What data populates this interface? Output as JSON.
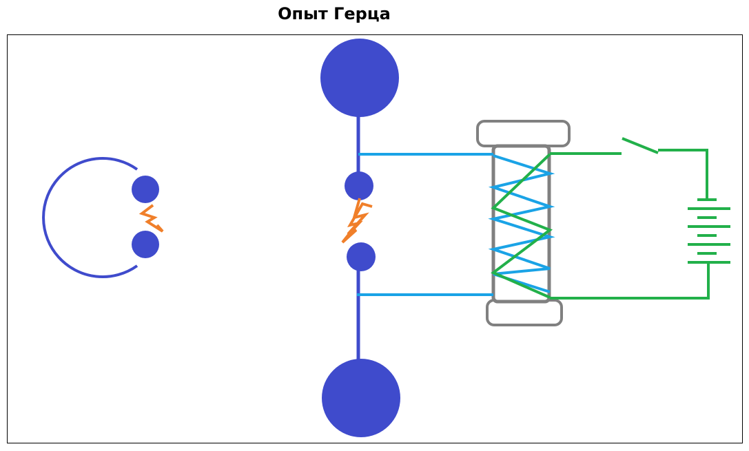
{
  "title": "Опыт Герца",
  "colors": {
    "conductor": "#3f4bcc",
    "primary_wire": "#1aa3e6",
    "secondary_wire": "#22b04a",
    "spark": "#f07f2a",
    "coil_core": "#808080",
    "frame": "#000000"
  },
  "components": {
    "receiver": "resonator-ring-with-spark-gap",
    "transmitter": "hertz-dipole-vibrator",
    "coil": "induction-coil",
    "switch": "switch",
    "battery": "battery"
  }
}
